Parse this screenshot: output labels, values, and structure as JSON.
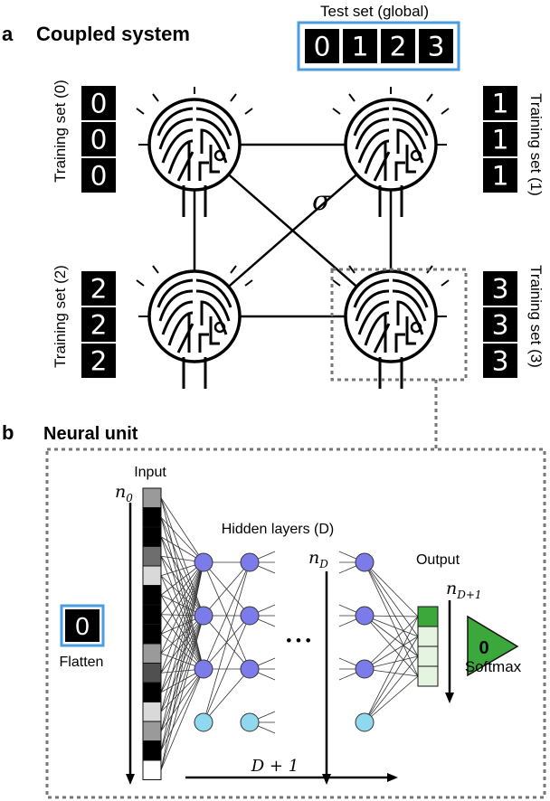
{
  "panel_a": {
    "letter": "a",
    "title": "Coupled system",
    "test_set_label": "Test set (global)",
    "test_digits": [
      "0",
      "1",
      "2",
      "3"
    ],
    "coupling_symbol": "σ",
    "training_sets": [
      {
        "label": "Training set (0)",
        "digits": [
          "0",
          "0",
          "0"
        ]
      },
      {
        "label": "Training set (1)",
        "digits": [
          "1",
          "1",
          "1"
        ]
      },
      {
        "label": "Training set (2)",
        "digits": [
          "2",
          "2",
          "2"
        ]
      },
      {
        "label": "Training set (3)",
        "digits": [
          "3",
          "3",
          "3"
        ]
      }
    ]
  },
  "panel_b": {
    "letter": "b",
    "title": "Neural unit",
    "input_label": "Input",
    "input_dim": "n",
    "input_dim_sub": "0",
    "hidden_label": "Hidden layers (D)",
    "hidden_dim": "n",
    "hidden_dim_sub": "D",
    "ellipsis": "• • •",
    "output_label": "Output",
    "output_dim": "n",
    "output_dim_sub": "D+1",
    "flatten_label": "Flatten",
    "flatten_digit": "0",
    "softmax_label": "Softmax",
    "softmax_value": "0",
    "depth_label": "D + 1",
    "input_cells": [
      "#9a9a9a",
      "#000000",
      "#000000",
      "#6e6e6e",
      "#d9d9d9",
      "#000000",
      "#000000",
      "#000000",
      "#9a9a9a",
      "#505050",
      "#000000",
      "#d9d9d9",
      "#9a9a9a",
      "#000000",
      "#ffffff"
    ],
    "output_cells": [
      "#3ca83c",
      "#e4f4e0",
      "#e4f4e0",
      "#e4f4e0"
    ]
  },
  "colors": {
    "blue_frame": "#4a9ee0",
    "hidden_node": "#7b7bea",
    "bias_node": "#8fd8f0",
    "softmax_green": "#3ca83c",
    "dotted": "#777777"
  }
}
